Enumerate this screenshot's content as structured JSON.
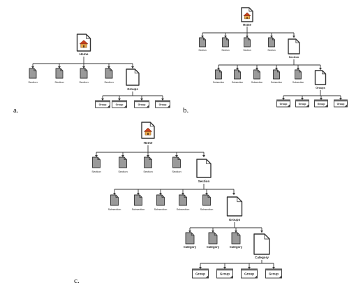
{
  "colors": {
    "line": "#333333",
    "doc_fill": "#9a9a9a",
    "doc_stroke": "#333333",
    "house_roof": "#c8401c",
    "house_wall": "#e8a64a",
    "outline_fill": "#ffffff"
  },
  "icons": {
    "home": "house-document-icon",
    "section": "document-icon",
    "group": "folder-tab-icon"
  },
  "diagrams": [
    {
      "panel_label": "a.",
      "home": {
        "label": "Home"
      },
      "sections": [
        "Section",
        "Section",
        "Section",
        "Section"
      ],
      "groups_node": {
        "label": "Groups"
      },
      "groups": [
        "Group",
        "Group",
        "Group",
        "Group"
      ]
    },
    {
      "panel_label": "b.",
      "home": {
        "label": "Home"
      },
      "sections": [
        "Section",
        "Section",
        "Section",
        "Section"
      ],
      "section_node": {
        "label": "Section"
      },
      "subsections": [
        "Subsection",
        "Subsection",
        "Subsection",
        "Subsection",
        "Subsection"
      ],
      "groups_node": {
        "label": "Groups"
      },
      "groups": [
        "Group",
        "Group",
        "Group",
        "Group"
      ]
    },
    {
      "panel_label": "c.",
      "home": {
        "label": "Home"
      },
      "sections": [
        "Section",
        "Section",
        "Section",
        "Section"
      ],
      "section_node": {
        "label": "Section"
      },
      "subsections": [
        "Subsection",
        "Subsection",
        "Subsection",
        "Subsection",
        "Subsection"
      ],
      "groups_node": {
        "label": "Groups"
      },
      "categories": [
        "Category",
        "Category",
        "Category"
      ],
      "category_node": {
        "label": "Category"
      },
      "groups": [
        "Group",
        "Group",
        "Group",
        "Group"
      ]
    }
  ]
}
